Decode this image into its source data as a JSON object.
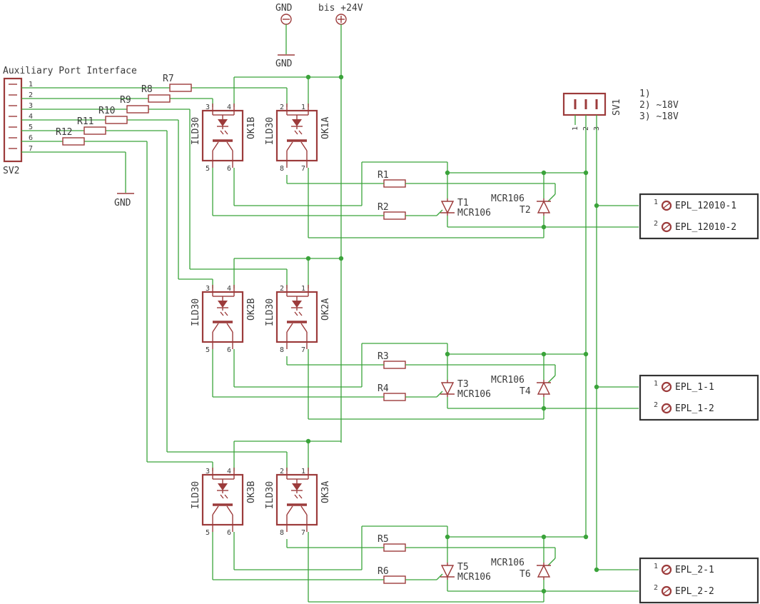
{
  "power": {
    "gnd_top": "GND",
    "gnd_bottom": "GND",
    "vplus": "bis +24V"
  },
  "sv2": {
    "title": "Auxiliary Port Interface",
    "name": "SV2",
    "pins": [
      "1",
      "2",
      "3",
      "4",
      "5",
      "6",
      "7"
    ],
    "gnd": "GND"
  },
  "sv1": {
    "name": "SV1",
    "pins": [
      "1",
      "2",
      "3"
    ],
    "notes": [
      "1)",
      "2) ~18V",
      "3) ~18V"
    ]
  },
  "resistors": {
    "r7": "R7",
    "r8": "R8",
    "r9": "R9",
    "r10": "R10",
    "r11": "R11",
    "r12": "R12",
    "r1": "R1",
    "r2": "R2",
    "r3": "R3",
    "r4": "R4",
    "r5": "R5",
    "r6": "R6"
  },
  "opto": {
    "k1b": {
      "name": "OK1B",
      "type": "ILD30",
      "p1": "3",
      "p2": "4",
      "p3": "5",
      "p4": "6"
    },
    "k1a": {
      "name": "OK1A",
      "type": "ILD30",
      "p1": "2",
      "p2": "1",
      "p3": "8",
      "p4": "7"
    },
    "k2b": {
      "name": "OK2B",
      "type": "ILD30",
      "p1": "3",
      "p2": "4",
      "p3": "5",
      "p4": "6"
    },
    "k2a": {
      "name": "OK2A",
      "type": "ILD30",
      "p1": "2",
      "p2": "1",
      "p3": "8",
      "p4": "7"
    },
    "k3b": {
      "name": "OK3B",
      "type": "ILD30",
      "p1": "3",
      "p2": "4",
      "p3": "5",
      "p4": "6"
    },
    "k3a": {
      "name": "OK3A",
      "type": "ILD30",
      "p1": "2",
      "p2": "1",
      "p3": "8",
      "p4": "7"
    }
  },
  "thyristors": {
    "t1": "T1",
    "t2": "T2",
    "t3": "T3",
    "t4": "T4",
    "t5": "T5",
    "t6": "T6",
    "type": "MCR106"
  },
  "outputs": [
    {
      "p1": "1",
      "l1": "EPL_12010-1",
      "p2": "2",
      "l2": "EPL_12010-2"
    },
    {
      "p1": "1",
      "l1": "EPL_1-1",
      "p2": "2",
      "l2": "EPL_1-2"
    },
    {
      "p1": "1",
      "l1": "EPL_2-1",
      "p2": "2",
      "l2": "EPL_2-2"
    }
  ]
}
